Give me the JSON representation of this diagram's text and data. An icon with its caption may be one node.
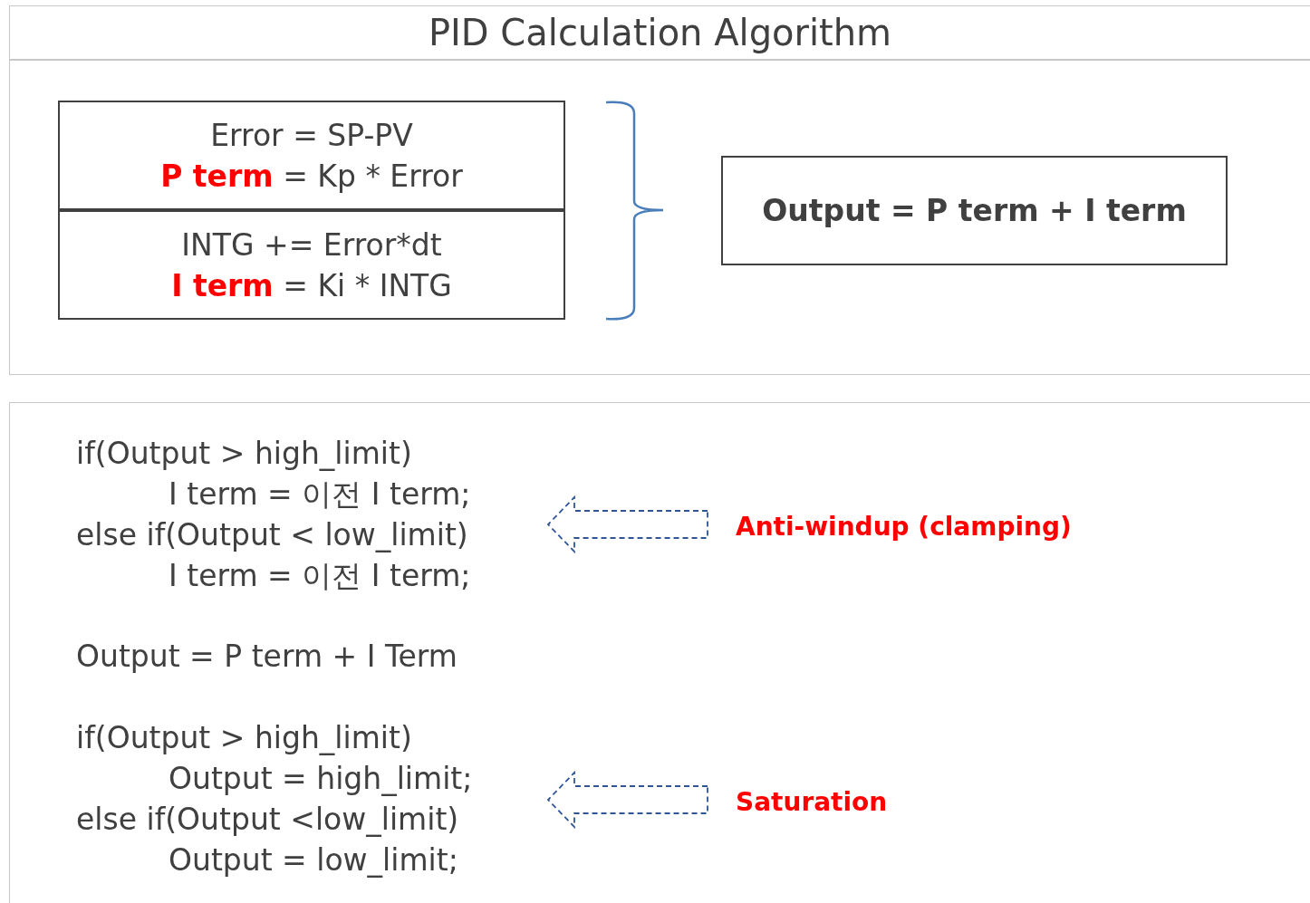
{
  "diagram": {
    "title": "PID Calculation Algorithm",
    "nodes": [
      {
        "text": [
          "Error = SP-PV",
          "**P term** = Kp * Error"
        ]
      },
      {
        "text": [
          "INTG += Error*dt",
          "**I term** = Ki * INTG"
        ]
      },
      {
        "text": [
          "Output = P term + I term"
        ]
      },
      {
        "text": [
          "if(Output > high_limit)",
          "I term = 이전 I term;",
          "else if(Output < low_limit)",
          "I term = 이전 I term;"
        ]
      },
      {
        "text": [
          "Anti-windup (clamping)"
        ]
      },
      {
        "text": [
          "if(Output > high_limit)",
          "Output = high_limit;",
          "else if(Output <low_limit)",
          "Output = low_limit;"
        ]
      },
      {
        "text": [
          "Saturation"
        ]
      }
    ],
    "edges": [
      {
        "from": 4,
        "to": 3,
        "arrow": "to",
        "style": "dashed"
      },
      {
        "from": 6,
        "to": 5,
        "arrow": "to",
        "style": "dashed"
      }
    ],
    "labels": [
      "Output = P term + I Term"
    ]
  }
}
